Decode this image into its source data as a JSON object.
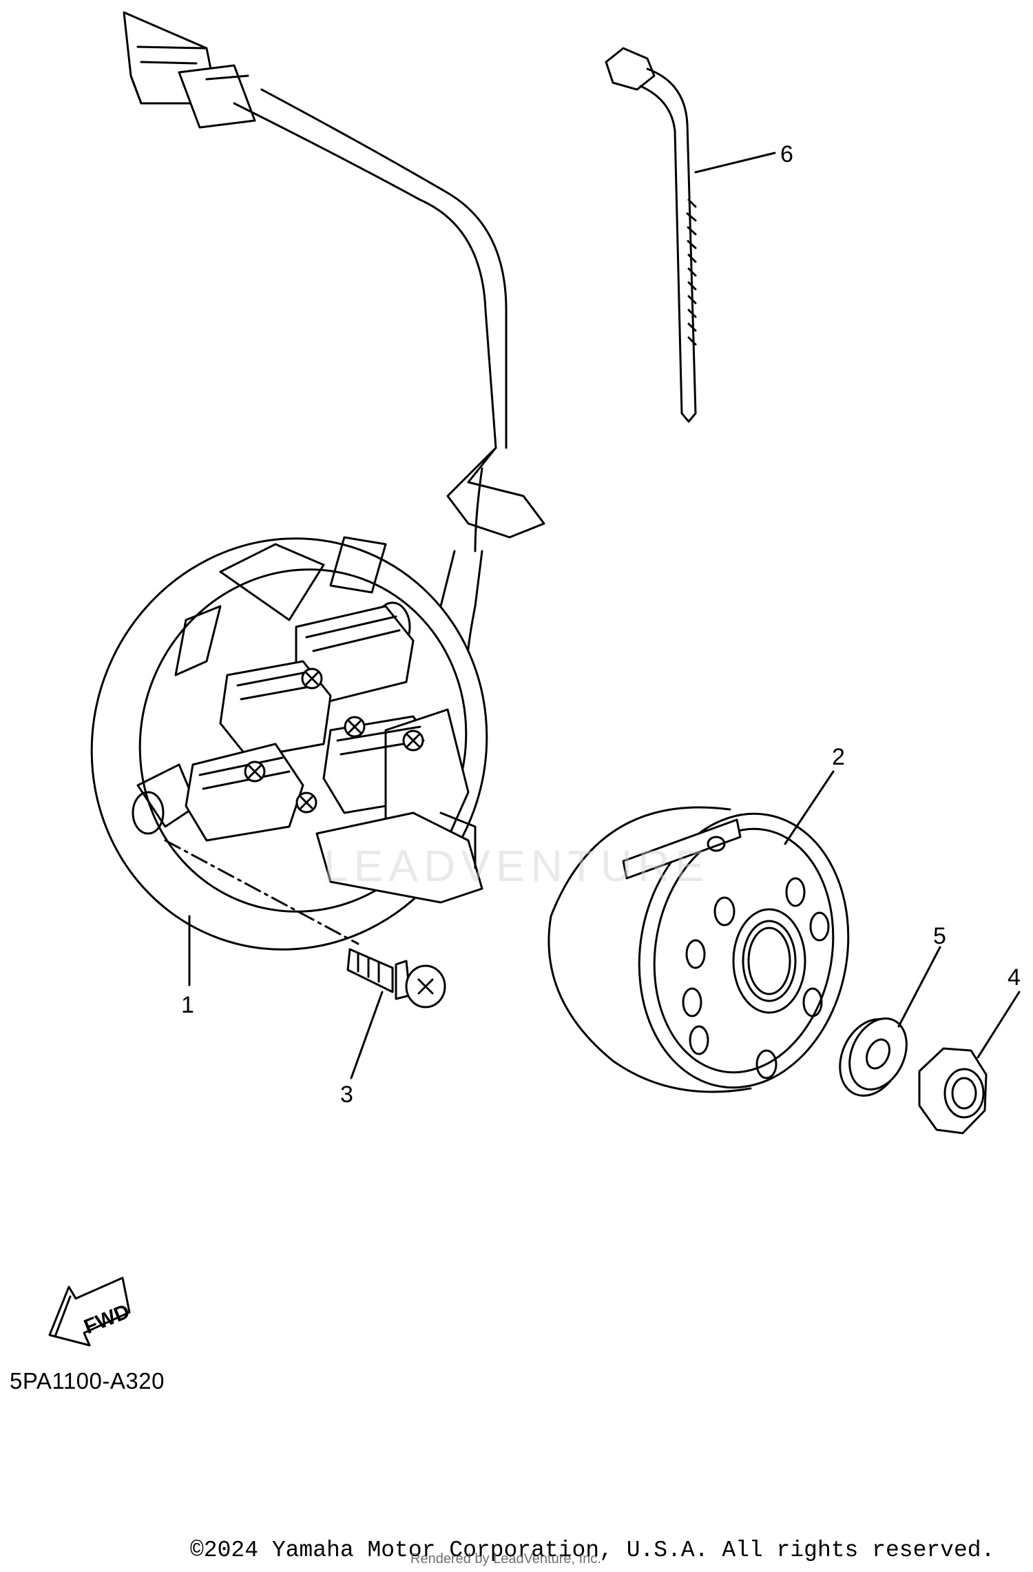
{
  "diagram": {
    "callouts": [
      "1",
      "2",
      "3",
      "4",
      "5",
      "6"
    ],
    "fwd_label": "FWD",
    "diagram_code": "5PA1100-A320",
    "watermark": "LEADVENTURE",
    "copyright": "©2024 Yamaha Motor Corporation, U.S.A. All rights reserved.",
    "rendered_by": "Rendered by LeadVenture, Inc."
  }
}
